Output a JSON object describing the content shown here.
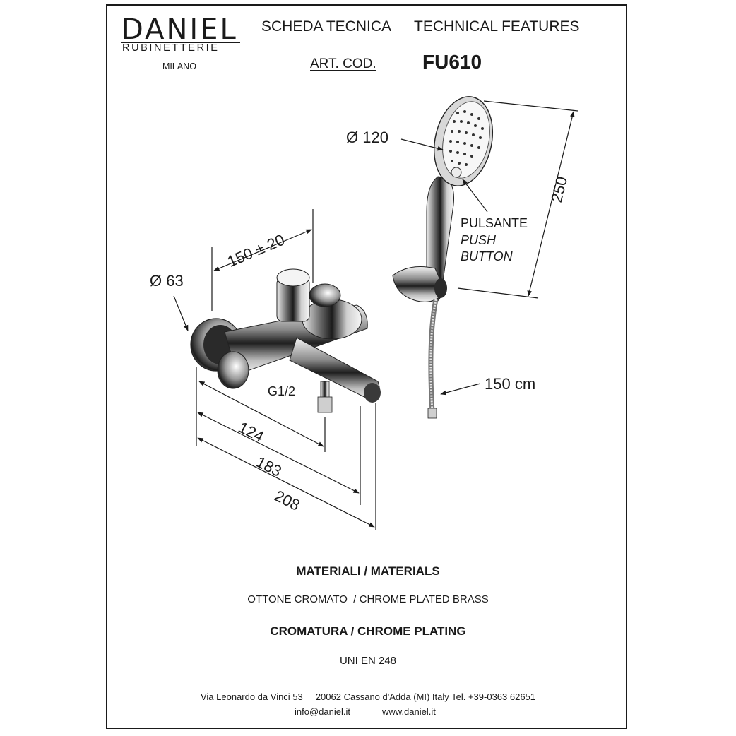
{
  "brand": {
    "name": "DANIEL",
    "subtitle": "RUBINETTERIE",
    "city": "MILANO"
  },
  "header": {
    "scheda": "SCHEDA TECNICA",
    "features": "TECHNICAL FEATURES",
    "art_label": "ART. COD.",
    "code": "FU610"
  },
  "dimensions": {
    "head_diameter": "Ø 120",
    "shower_length": "250",
    "centers": "150 ± 20",
    "flange_diameter": "Ø 63",
    "outlet_thread": "G1/2",
    "d124": "124",
    "d183": "183",
    "d208": "208",
    "hose_length": "150 cm"
  },
  "button_label": {
    "it": "PULSANTE",
    "en_1": "PUSH",
    "en_2": "BUTTON"
  },
  "materials": {
    "title": "MATERIALI / MATERIALS",
    "value": "OTTONE CROMATO  / CHROME PLATED BRASS"
  },
  "plating": {
    "title": "CROMATURA / CHROME PLATING",
    "value": "UNI EN 248"
  },
  "footer": {
    "address": "Via Leonardo da Vinci 53     20062 Cassano d'Adda (MI) Italy Tel. +39-0363 62651",
    "email": "info@daniel.it",
    "web": "www.daniel.it"
  },
  "colors": {
    "ink": "#1a1a1a",
    "chrome_dark": "#2b2b2b",
    "chrome_light": "#e9e9e9"
  }
}
